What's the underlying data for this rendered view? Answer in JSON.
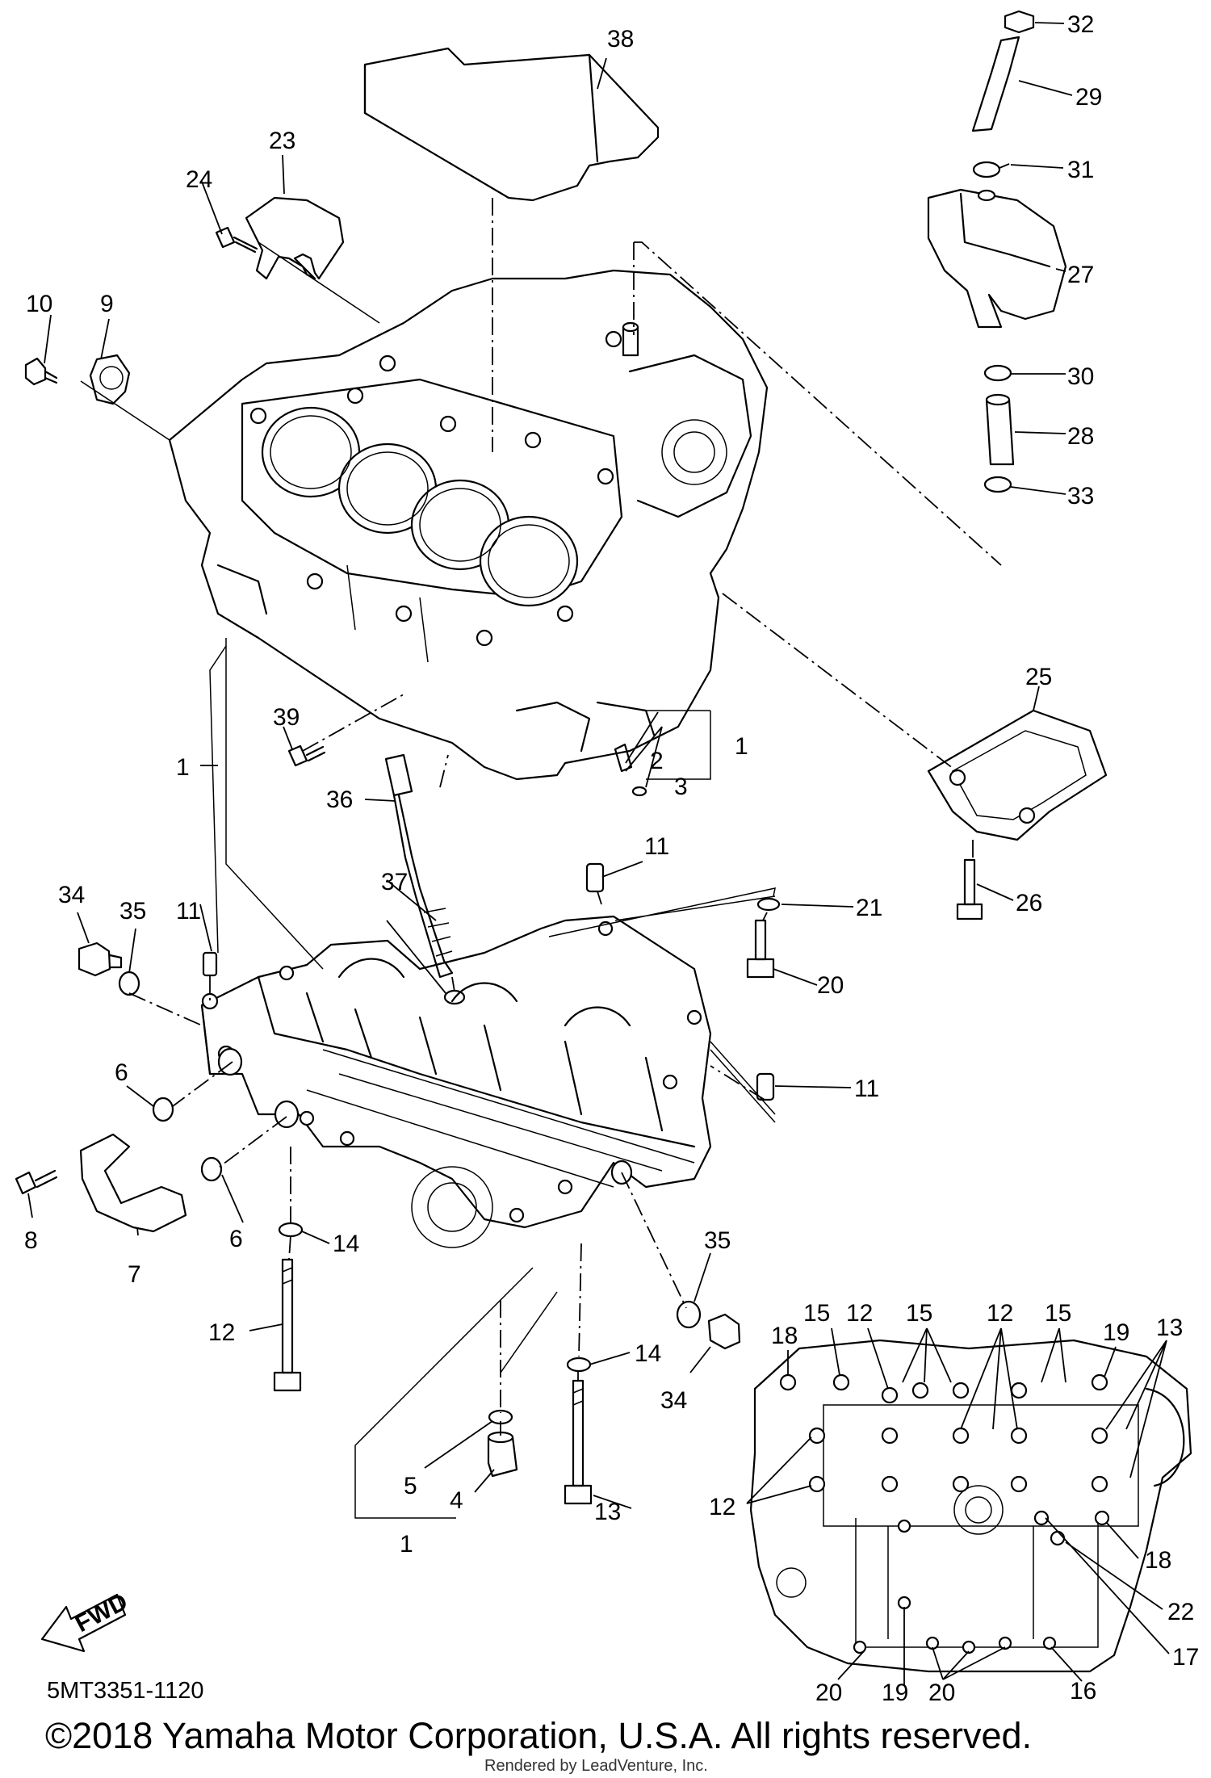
{
  "part_code": "5MT3351-1120",
  "copyright": "©2018 Yamaha Motor Corporation, U.S.A. All rights reserved.",
  "render_credit": "Rendered by LeadVenture, Inc.",
  "fwd_label": "FWD",
  "callouts": {
    "c1a": "1",
    "c1b": "1",
    "c1c": "1",
    "c2": "2",
    "c3": "3",
    "c4": "4",
    "c5": "5",
    "c6a": "6",
    "c6b": "6",
    "c7": "7",
    "c8": "8",
    "c9": "9",
    "c10": "10",
    "c11a": "11",
    "c11b": "11",
    "c11c": "11",
    "c12a": "12",
    "c12b": "12",
    "c12c": "12",
    "c12d": "12",
    "c13a": "13",
    "c13b": "13",
    "c14a": "14",
    "c14b": "14",
    "c15a": "15",
    "c15b": "15",
    "c15c": "15",
    "c16": "16",
    "c17": "17",
    "c18a": "18",
    "c18b": "18",
    "c19a": "19",
    "c19b": "19",
    "c20a": "20",
    "c20b": "20",
    "c20c": "20",
    "c21": "21",
    "c22": "22",
    "c23": "23",
    "c24": "24",
    "c25": "25",
    "c26": "26",
    "c27": "27",
    "c28": "28",
    "c29": "29",
    "c30": "30",
    "c31": "31",
    "c32": "32",
    "c33": "33",
    "c34a": "34",
    "c34b": "34",
    "c35a": "35",
    "c35b": "35",
    "c36": "36",
    "c37": "37",
    "c38": "38",
    "c39": "39"
  }
}
